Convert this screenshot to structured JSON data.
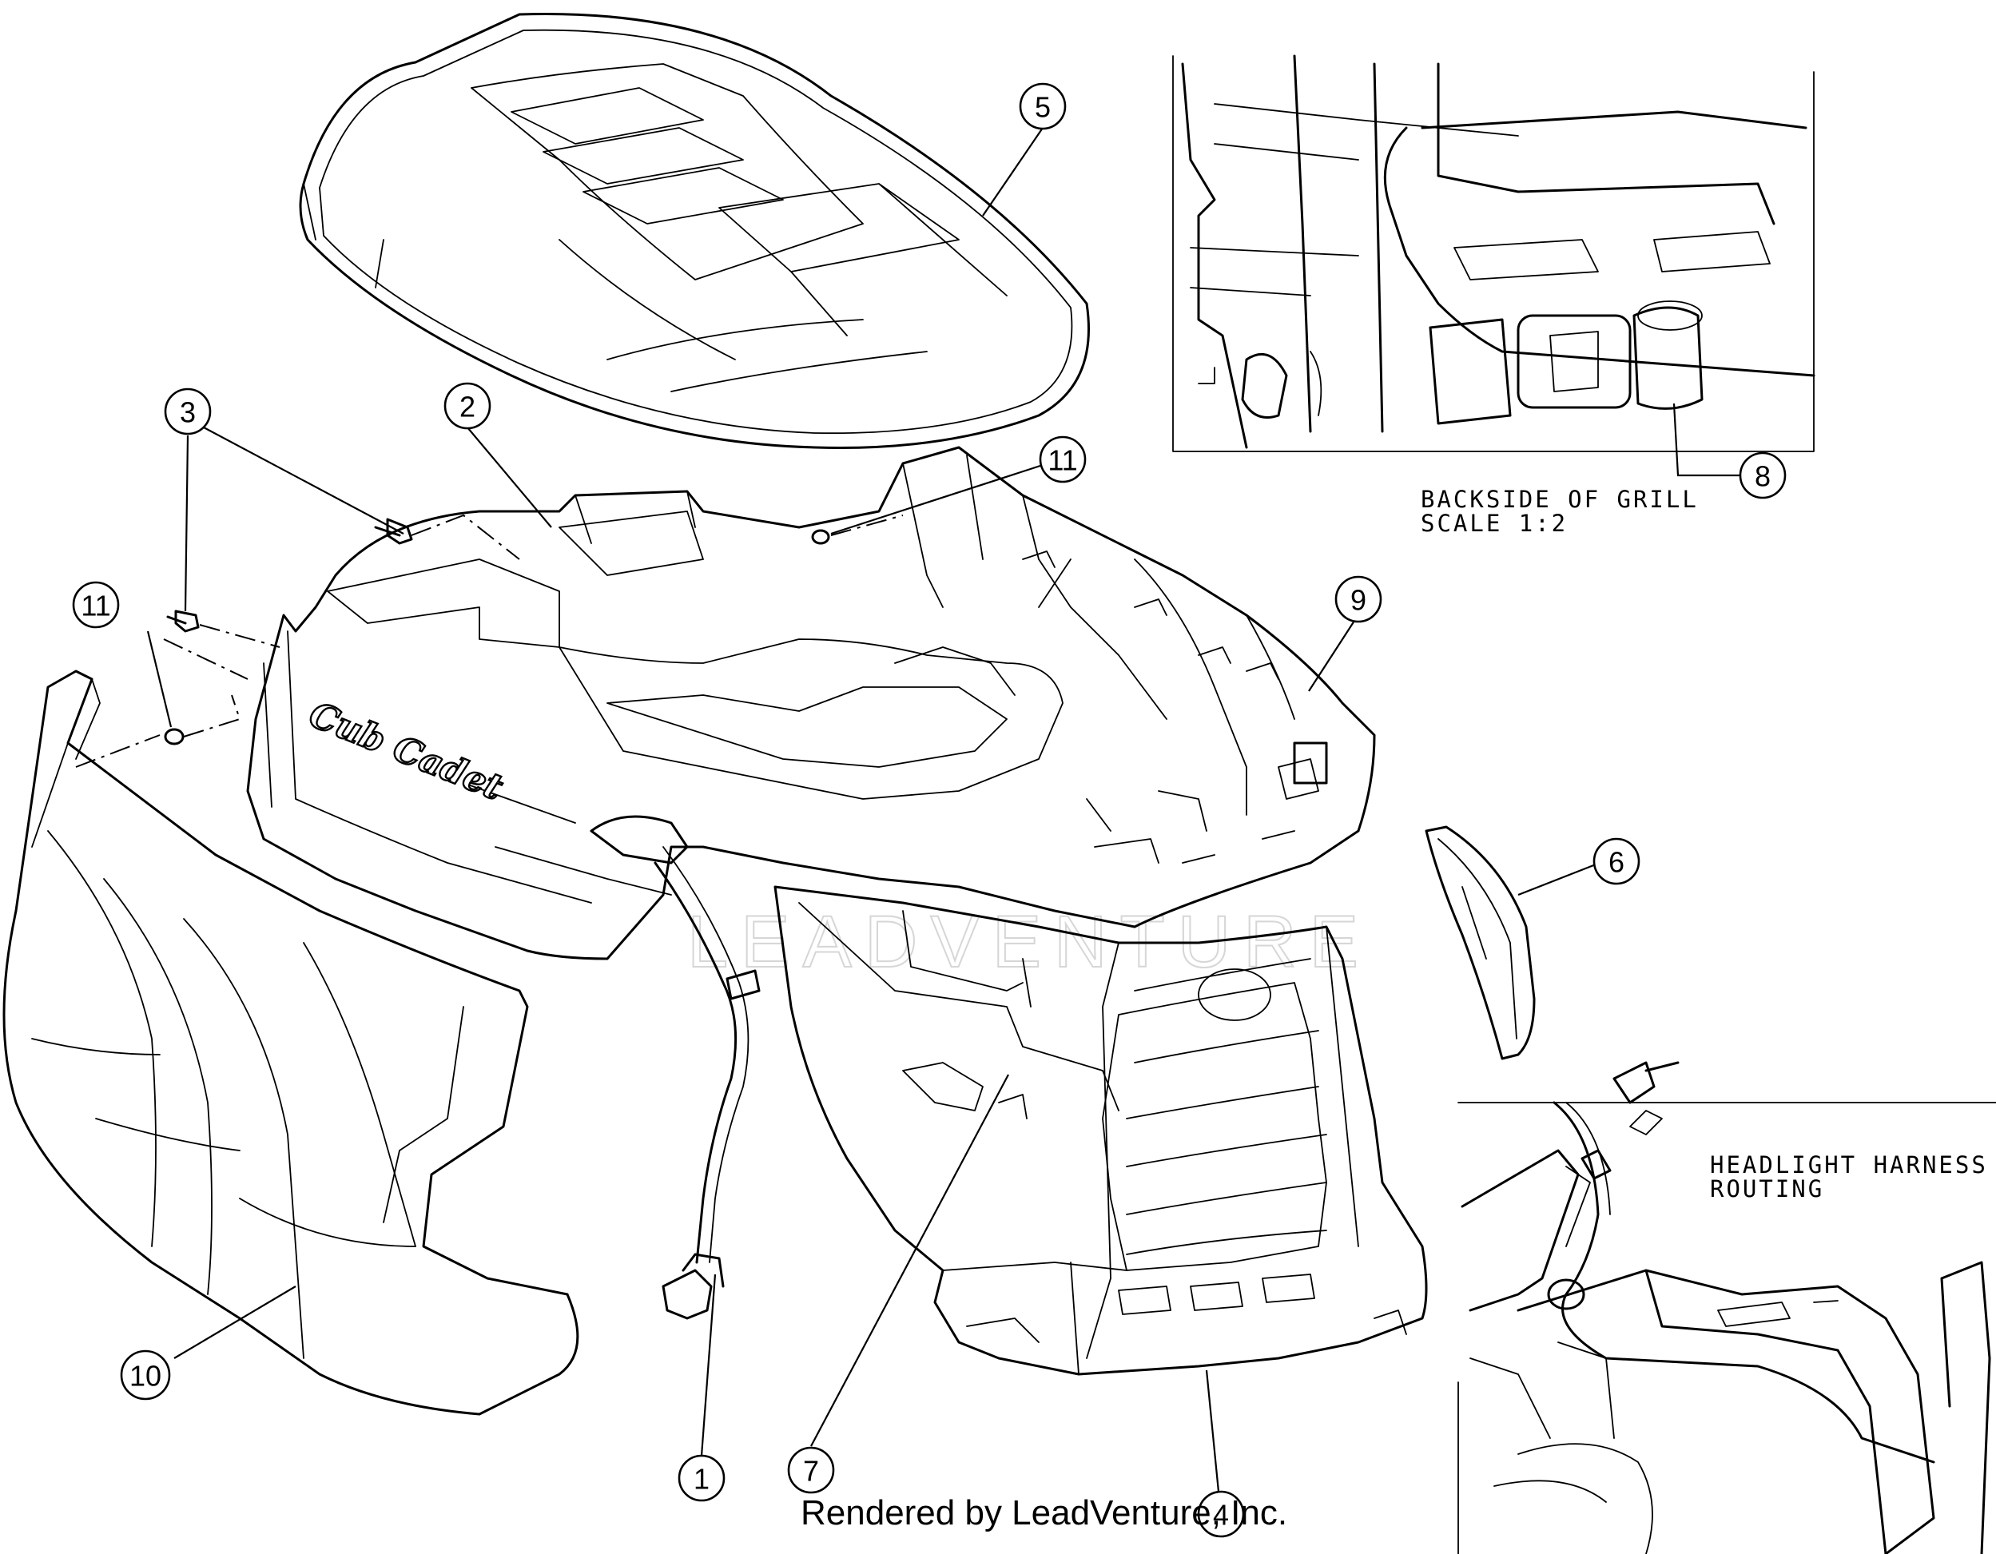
{
  "callouts": [
    {
      "id": "c1",
      "label": "1"
    },
    {
      "id": "c2",
      "label": "2"
    },
    {
      "id": "c3",
      "label": "3"
    },
    {
      "id": "c4",
      "label": "4"
    },
    {
      "id": "c5",
      "label": "5"
    },
    {
      "id": "c6",
      "label": "6"
    },
    {
      "id": "c7",
      "label": "7"
    },
    {
      "id": "c8",
      "label": "8"
    },
    {
      "id": "c9",
      "label": "9"
    },
    {
      "id": "c10",
      "label": "10"
    },
    {
      "id": "c11a",
      "label": "11"
    },
    {
      "id": "c11b",
      "label": "11"
    }
  ],
  "insets": {
    "grill": {
      "line1": "BACKSIDE OF GRILL",
      "line2": "SCALE 1:2"
    },
    "harness": {
      "line1": "HEADLIGHT HARNESS",
      "line2": "ROUTING"
    }
  },
  "logo_text": "Cub Cadet",
  "watermark": "LEADVENTURE",
  "credit": "Rendered by LeadVenture, Inc."
}
